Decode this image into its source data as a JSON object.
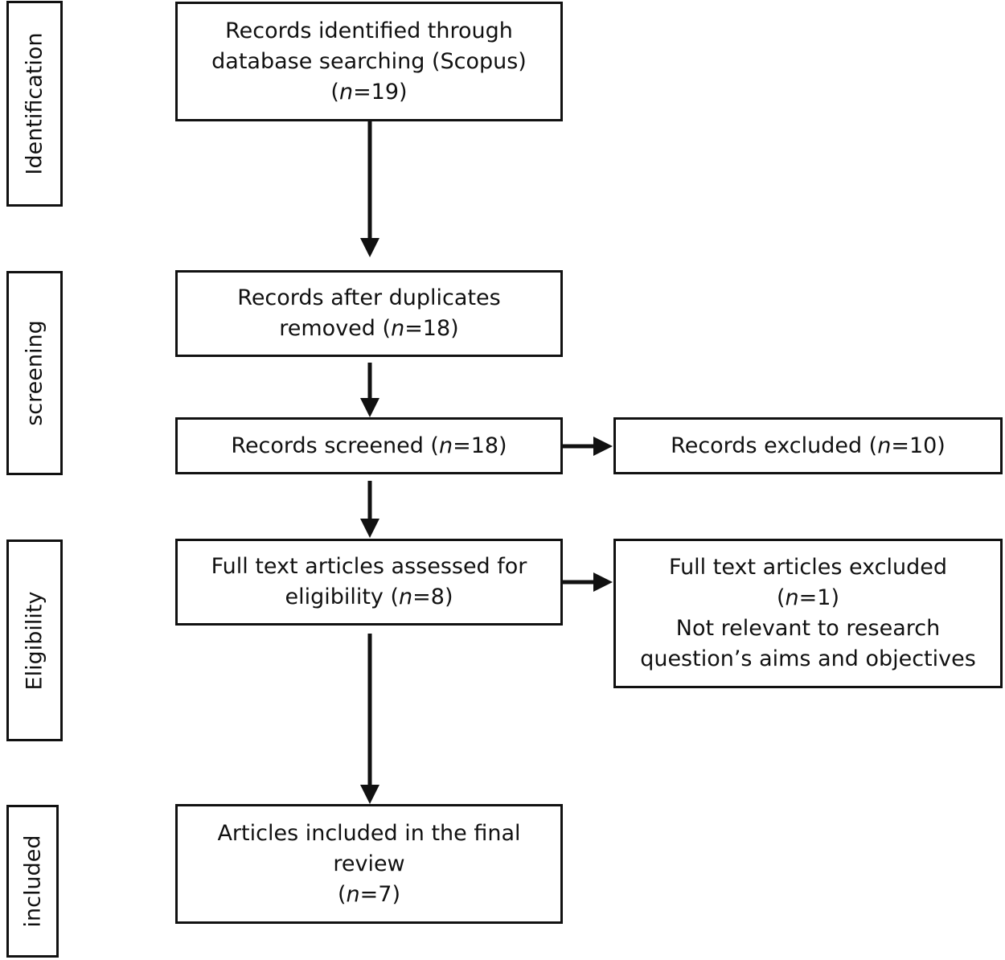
{
  "phases": {
    "identification": "Identification",
    "screening": "screening",
    "eligibility": "Eligibility",
    "included": "included"
  },
  "boxes": {
    "identified": {
      "line1": "Records identified through",
      "line2": "database searching (Scopus)",
      "count_open": "(",
      "n": "n",
      "count_close": "=19)"
    },
    "after_duplicates": {
      "line1": "Records after duplicates",
      "line2_prefix": "removed (",
      "n": "n",
      "line2_suffix": "=18)"
    },
    "screened": {
      "prefix": "Records screened (",
      "n": "n",
      "suffix": "=18)"
    },
    "excluded": {
      "prefix": "Records excluded (",
      "n": "n",
      "suffix": "=10)"
    },
    "assessed": {
      "line1": "Full text articles assessed for",
      "line2_prefix": "eligibility (",
      "n": "n",
      "line2_suffix": "=8)"
    },
    "fulltext_excluded": {
      "line1": "Full text articles excluded",
      "count_open": "(",
      "n": "n",
      "count_close": "=1)",
      "line3": "Not relevant to research",
      "line4": "question’s aims and objectives"
    },
    "included": {
      "line1": "Articles included in the final",
      "line2": "review",
      "count_open": "(",
      "n": "n",
      "count_close": "=7)"
    }
  },
  "colors": {
    "stroke": "#111111",
    "background": "#ffffff"
  }
}
